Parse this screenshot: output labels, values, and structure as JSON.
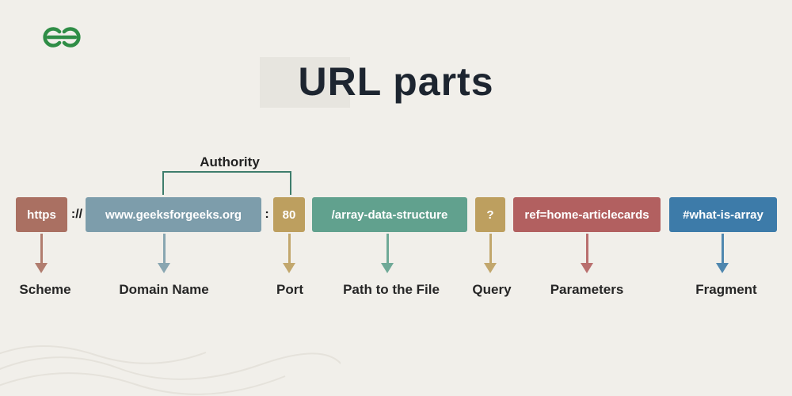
{
  "brand": {
    "icon": "geeksforgeeks-logo",
    "color": "#2f8d46"
  },
  "title": "URL parts",
  "diagram": {
    "authority": {
      "label": "Authority",
      "color": "#3e7d6c"
    },
    "separator_scheme": "://",
    "separator_port": ":",
    "parts": [
      {
        "text": "https",
        "label": "Scheme",
        "color": "#aa7062"
      },
      {
        "text": "www.geeksforgeeks.org",
        "label": "Domain Name",
        "color": "#7d9dab"
      },
      {
        "text": "80",
        "label": "Port",
        "color": "#bd9f5f"
      },
      {
        "text": "/array-data-structure",
        "label": "Path to the File",
        "color": "#61a18e"
      },
      {
        "text": "?",
        "label": "Query",
        "color": "#bd9f5f"
      },
      {
        "text": "ref=home-articlecards",
        "label": "Parameters",
        "color": "#b26060"
      },
      {
        "text": "#what-is-array",
        "label": "Fragment",
        "color": "#3d7ba9"
      }
    ]
  }
}
